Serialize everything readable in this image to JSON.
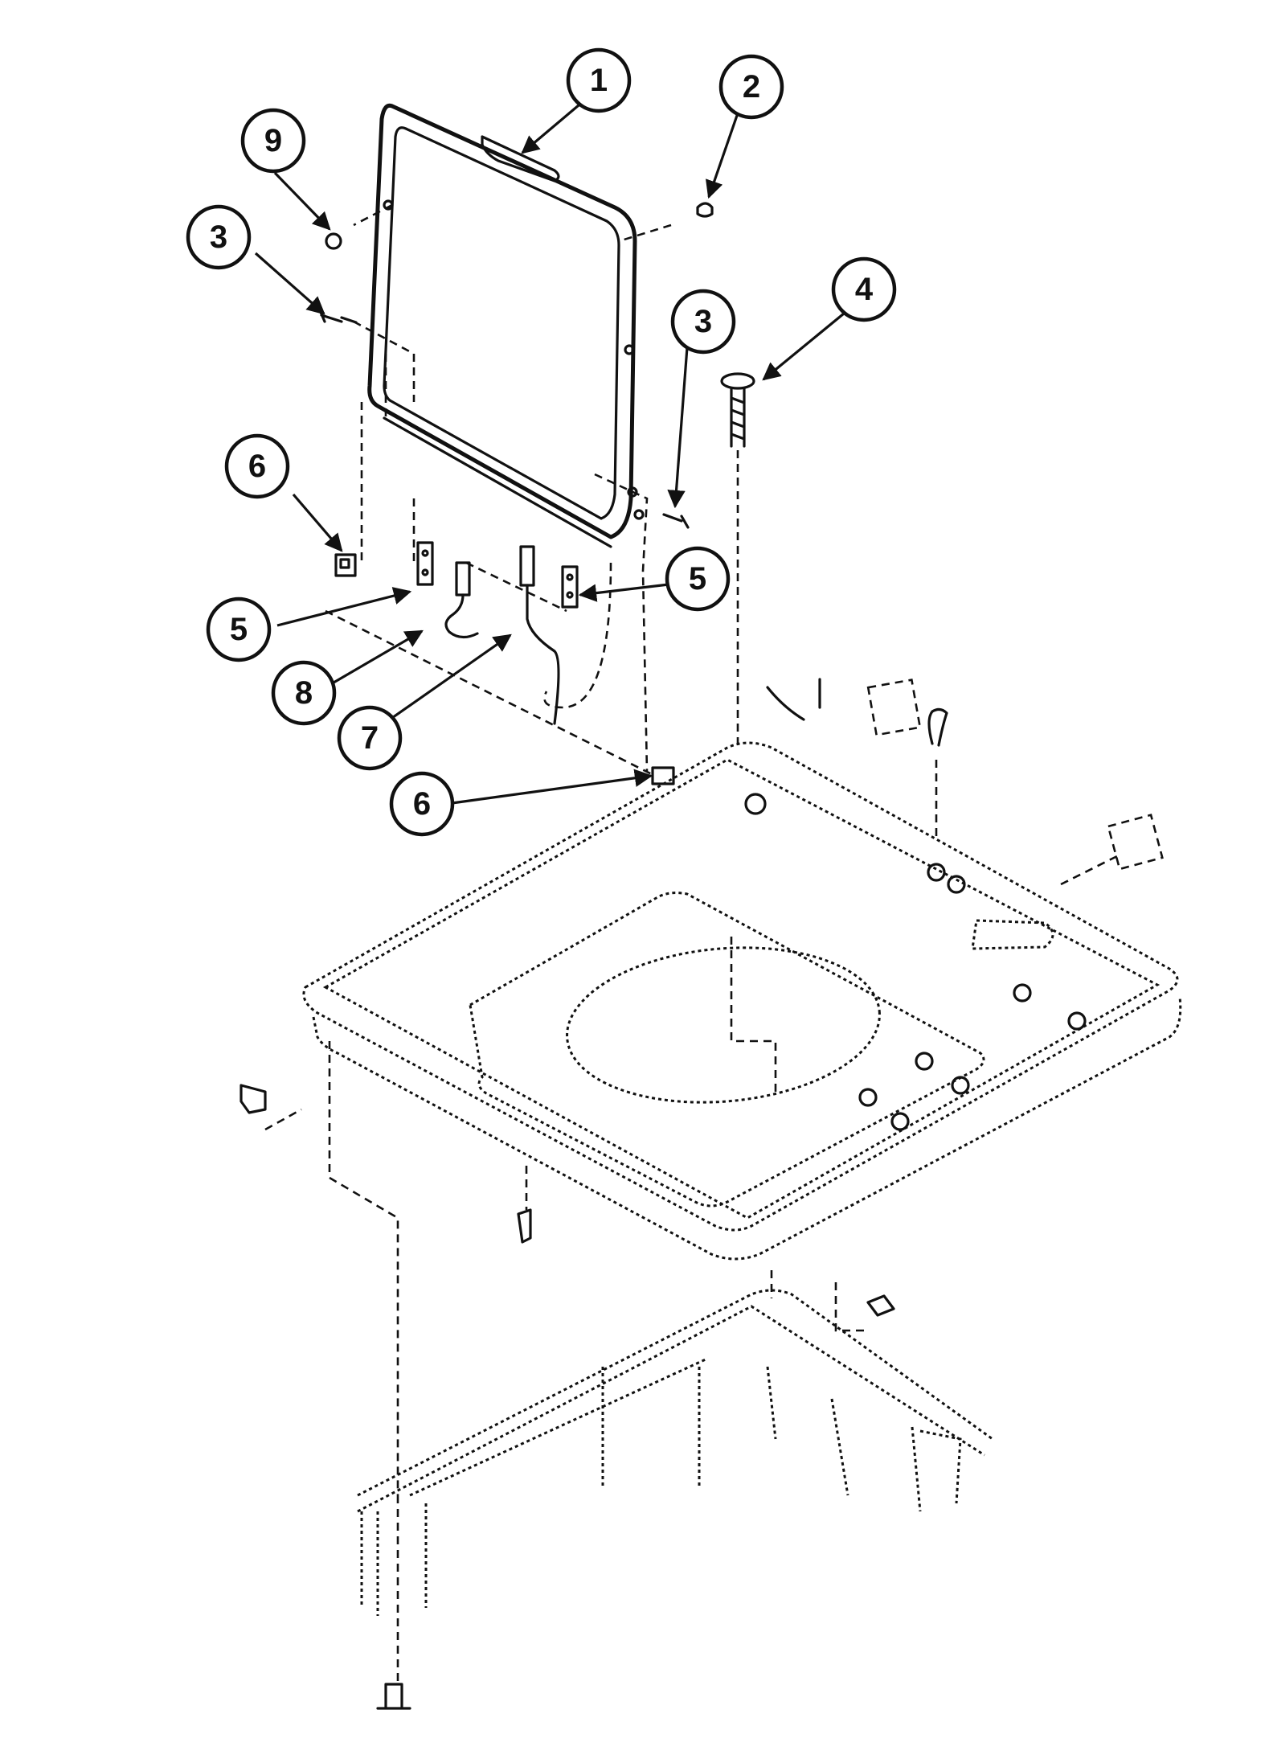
{
  "callouts": [
    {
      "id": "c1",
      "label": "1"
    },
    {
      "id": "c2",
      "label": "2"
    },
    {
      "id": "c9",
      "label": "9"
    },
    {
      "id": "c3a",
      "label": "3"
    },
    {
      "id": "c3b",
      "label": "3"
    },
    {
      "id": "c4",
      "label": "4"
    },
    {
      "id": "c6a",
      "label": "6"
    },
    {
      "id": "c5a",
      "label": "5"
    },
    {
      "id": "c5b",
      "label": "5"
    },
    {
      "id": "c8",
      "label": "8"
    },
    {
      "id": "c7",
      "label": "7"
    },
    {
      "id": "c6b",
      "label": "6"
    }
  ]
}
